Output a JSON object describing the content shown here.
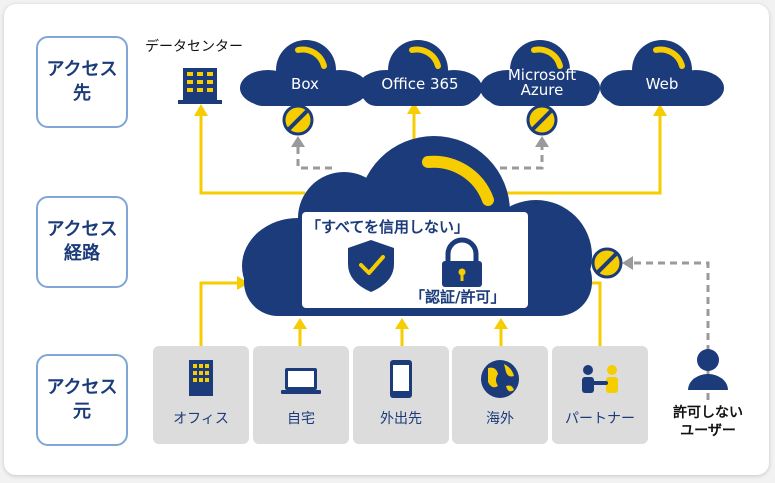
{
  "rows": {
    "destination": "アクセス\n先",
    "route": "アクセス\n経路",
    "source": "アクセス\n元"
  },
  "datacenter": {
    "label": "データセンター"
  },
  "clouds": [
    {
      "label": "Box"
    },
    {
      "label": "Office 365"
    },
    {
      "label": "Microsoft\nAzure"
    },
    {
      "label": "Web"
    }
  ],
  "center": {
    "title": "「すべてを信用しない」",
    "subtitle": "「認証/許可」"
  },
  "sources": [
    {
      "label": "オフィス",
      "icon": "building-icon"
    },
    {
      "label": "自宅",
      "icon": "laptop-icon"
    },
    {
      "label": "外出先",
      "icon": "smartphone-icon"
    },
    {
      "label": "海外",
      "icon": "globe-icon"
    },
    {
      "label": "パートナー",
      "icon": "handshake-icon"
    }
  ],
  "unauthorized_user": {
    "label": "許可しない\nユーザー",
    "icon": "user-icon"
  },
  "colors": {
    "navy": "#1b3b7a",
    "yellow": "#f5cd00",
    "gray": "#9a9a9a",
    "box": "#dcdcdc"
  }
}
